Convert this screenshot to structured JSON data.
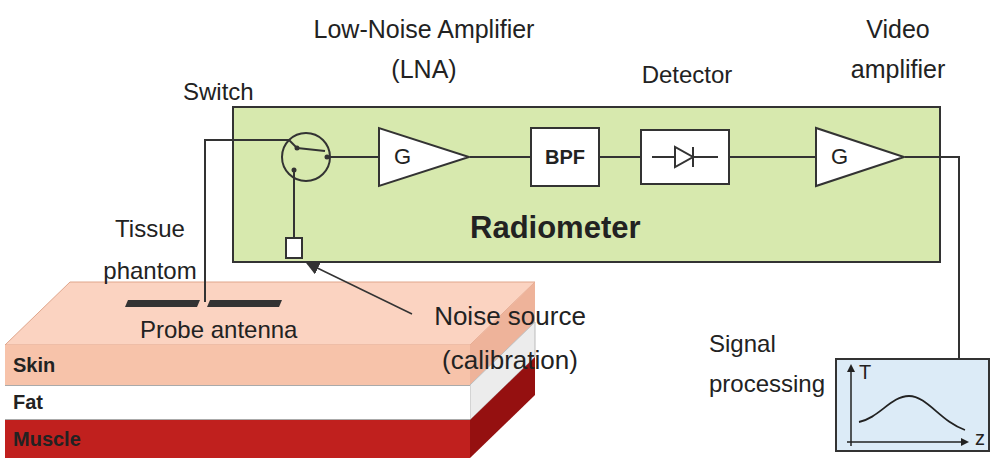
{
  "diagram": {
    "nodes": [
      {
        "text": [
          "Radiometer"
        ]
      },
      {
        "text": [
          "Low-Noise Amplifier (LNA)",
          "G"
        ],
        "in": 0
      },
      {
        "text": [
          "BPF"
        ],
        "in": 0
      },
      {
        "text": [
          "Detector"
        ],
        "in": 0
      },
      {
        "text": [
          "Video amplifier",
          "G"
        ],
        "in": 0
      },
      {
        "text": [
          "Signal processing",
          "T",
          "z"
        ]
      },
      {
        "text": [
          "Skin"
        ]
      },
      {
        "text": [
          "Fat"
        ]
      },
      {
        "text": [
          "Muscle"
        ]
      }
    ],
    "edges": [
      {
        "from": 1,
        "to": 2,
        "arrow": "none"
      },
      {
        "from": 2,
        "to": 3,
        "arrow": "none"
      },
      {
        "from": 3,
        "to": 4,
        "arrow": "none"
      },
      {
        "from": 4,
        "to": 5,
        "arrow": "none"
      }
    ],
    "labels": [
      "Switch",
      "Tissue phantom",
      "Probe antenna",
      "Noise source (calibration)"
    ]
  }
}
